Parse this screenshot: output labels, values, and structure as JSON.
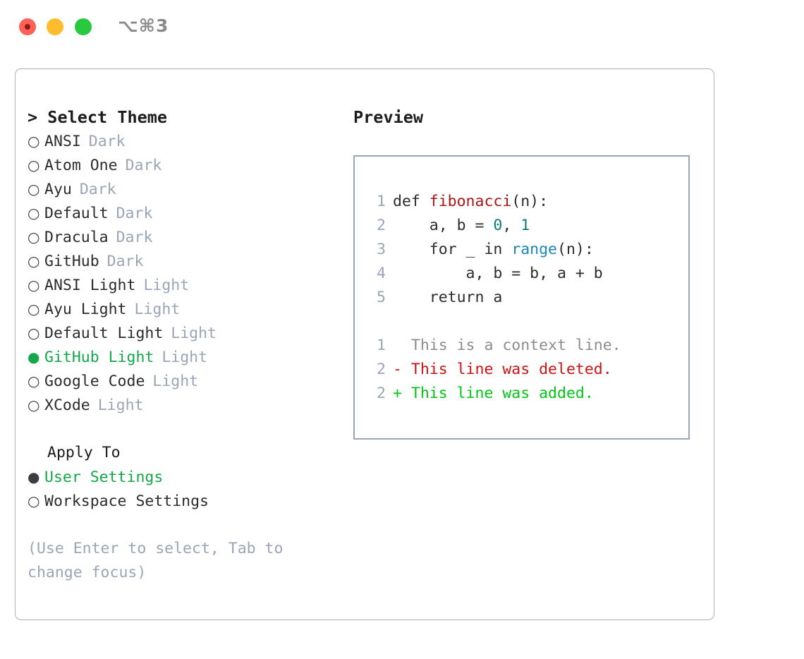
{
  "titlebar": {
    "shortcut": "⌥⌘3",
    "buttons": [
      "close",
      "minimize",
      "maximize"
    ]
  },
  "left": {
    "header": "> Select Theme",
    "bullet_unselected": "○",
    "bullet_selected": "●",
    "themes": [
      {
        "name": "ANSI",
        "kind": "Dark",
        "selected": false
      },
      {
        "name": "Atom One",
        "kind": "Dark",
        "selected": false
      },
      {
        "name": "Ayu",
        "kind": "Dark",
        "selected": false
      },
      {
        "name": "Default",
        "kind": "Dark",
        "selected": false
      },
      {
        "name": "Dracula",
        "kind": "Dark",
        "selected": false
      },
      {
        "name": "GitHub",
        "kind": "Dark",
        "selected": false
      },
      {
        "name": "ANSI Light",
        "kind": "Light",
        "selected": false
      },
      {
        "name": "Ayu Light",
        "kind": "Light",
        "selected": false
      },
      {
        "name": "Default Light",
        "kind": "Light",
        "selected": false
      },
      {
        "name": "GitHub Light",
        "kind": "Light",
        "selected": true
      },
      {
        "name": "Google Code",
        "kind": "Light",
        "selected": false
      },
      {
        "name": "XCode",
        "kind": "Light",
        "selected": false
      }
    ],
    "apply_to_title": "Apply To",
    "apply_options": [
      {
        "label": "User Settings",
        "selected": true
      },
      {
        "label": "Workspace Settings",
        "selected": false
      }
    ],
    "hint": "(Use Enter to select, Tab to change focus)"
  },
  "right": {
    "header": "Preview",
    "code_lines": [
      {
        "no": "1",
        "segments": [
          {
            "text": "def ",
            "tok": "plain"
          },
          {
            "text": "fibonacci",
            "tok": "fn"
          },
          {
            "text": "(n):",
            "tok": "plain"
          }
        ]
      },
      {
        "no": "2",
        "segments": [
          {
            "text": "    a, b = ",
            "tok": "plain"
          },
          {
            "text": "0",
            "tok": "num"
          },
          {
            "text": ", ",
            "tok": "plain"
          },
          {
            "text": "1",
            "tok": "num"
          }
        ]
      },
      {
        "no": "3",
        "segments": [
          {
            "text": "    for _ in ",
            "tok": "plain"
          },
          {
            "text": "range",
            "tok": "bi"
          },
          {
            "text": "(n):",
            "tok": "plain"
          }
        ]
      },
      {
        "no": "4",
        "segments": [
          {
            "text": "        a, b = b, a + b",
            "tok": "plain"
          }
        ]
      },
      {
        "no": "5",
        "segments": [
          {
            "text": "    return a",
            "tok": "plain"
          }
        ]
      }
    ],
    "diff_lines": [
      {
        "no": "1",
        "marker": "  ",
        "text": "This is a context line.",
        "kind": "ctx"
      },
      {
        "no": "2",
        "marker": "- ",
        "text": "This line was deleted.",
        "kind": "del"
      },
      {
        "no": "2",
        "marker": "+ ",
        "text": "This line was added.",
        "kind": "add"
      }
    ]
  },
  "colors": {
    "accent_green": "#14a74a",
    "muted": "#9aa5b6",
    "border": "#a8b2c1",
    "fn_red": "#a81616",
    "num_teal": "#0f7a7a",
    "builtin_blue": "#1a86b9",
    "diff_del": "#cc1111",
    "diff_add": "#00c614",
    "traffic_close": "#ff6058",
    "traffic_min": "#ffbd2e",
    "traffic_max": "#28c93f"
  }
}
